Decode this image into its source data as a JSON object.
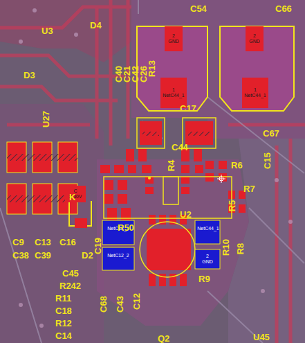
{
  "diagram": {
    "nodes": [
      {
        "text": [
          "2",
          "GND"
        ]
      },
      {
        "text": [
          "1",
          "NetC44_1"
        ]
      },
      {
        "text": [
          "2",
          "GND"
        ]
      },
      {
        "text": [
          "1",
          "NetC44_1"
        ]
      },
      {
        "text": [
          "C",
          "3-30V"
        ]
      },
      {
        "text": [
          "NetC12_1"
        ]
      },
      {
        "text": [
          "NetC12_2"
        ]
      },
      {
        "text": [
          "NetC44_1"
        ]
      },
      {
        "text": [
          "2",
          "GND"
        ]
      }
    ],
    "labels": [
      "U3",
      "D4",
      "C54",
      "C66",
      "D3",
      "R13",
      "C40",
      "C21",
      "C42",
      "C26",
      "U27",
      "C17",
      "C67",
      "C44",
      "R4",
      "R6",
      "C15",
      "R7",
      "R5",
      "K",
      "C9",
      "C13",
      "C16",
      "D2",
      "C38",
      "C39",
      "C19",
      "R50",
      "U2",
      "R10",
      "R8",
      "R9",
      "C45",
      "R242",
      "C68",
      "C43",
      "C12",
      "Q2",
      "R11",
      "C18",
      "R12",
      "C14",
      "U45"
    ]
  }
}
